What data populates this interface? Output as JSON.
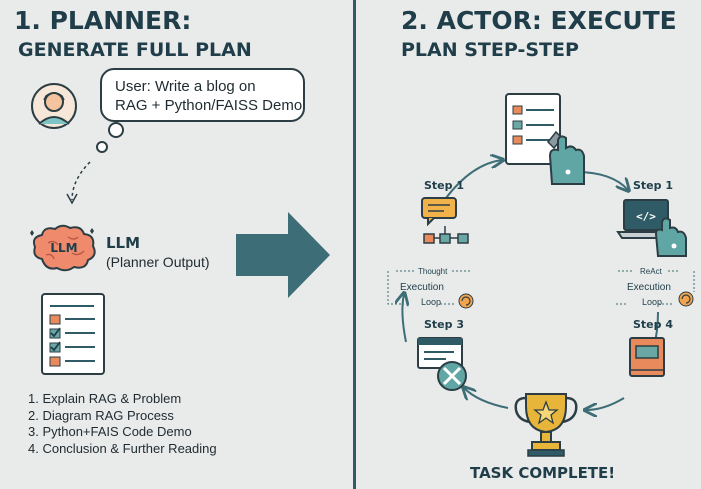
{
  "left": {
    "title_line1": "1. PLANNER:",
    "title_line2": "GENERATE FULL PLAN",
    "user_bubble": {
      "line1": "User: Write a blog on",
      "line2": "RAG + Python/FAISS Demo"
    },
    "llm": {
      "brain_label": "LLM",
      "label": "LLM",
      "sublabel": "(Planner Output)"
    },
    "plan_items": [
      "1.  Explain RAG & Problem",
      "2.  Diagram RAG Process",
      "3.  Python+FAIS Code Demo",
      "4.  Conclusion & Further Reading"
    ]
  },
  "right": {
    "title_line1": "2. ACTOR: EXECUTE",
    "title_line2": "PLAN STEP-STEP",
    "steps": {
      "top_left": "Step 1",
      "top_right": "Step 1",
      "bottom_left": "Step 3",
      "bottom_right": "Step 4"
    },
    "loop_left": {
      "top": "Thought",
      "middle": "Execution",
      "bottom": "Loop"
    },
    "loop_right": {
      "top": "ReAct",
      "middle": "Execution",
      "bottom": "Loop"
    },
    "code_tag": "</>",
    "complete": "TASK COMPLETE!"
  },
  "colors": {
    "background": "#e9eaea",
    "teal": "#3d6d76",
    "navy": "#1f3e4a",
    "orange": "#e88a5c",
    "brain": "#ef8a6d",
    "trophy": "#e6b53a"
  }
}
